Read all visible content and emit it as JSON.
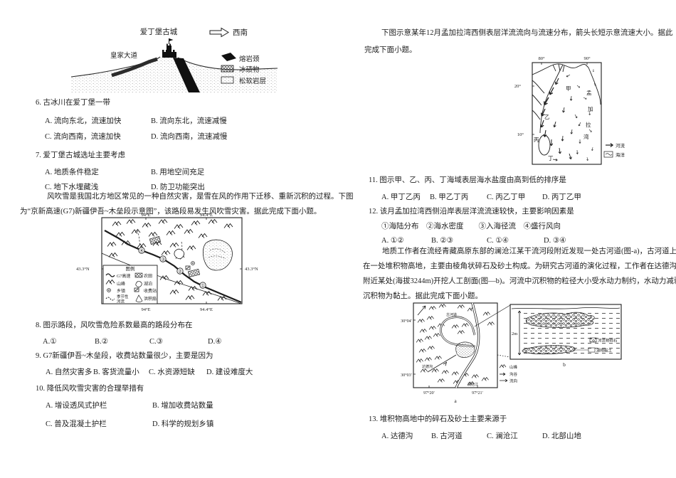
{
  "fig1": {
    "title": "爱丁堡古城",
    "direction": "西南",
    "road": "皇家大道",
    "leg1": "熔岩颈",
    "leg2": "冰碛物",
    "leg3": "松软岩层"
  },
  "q6": {
    "stem": "6. 古冰川在爱丁堡一带",
    "a": "A. 流向东北，流速加快",
    "b": "B. 流向东北，流速减慢",
    "c": "C. 流向西南，流速加快",
    "d": "D. 流向西南，流速减慢"
  },
  "q7": {
    "stem": "7. 爱丁堡古城选址主要考虑",
    "a": "A. 地质条件稳定",
    "b": "B. 用地空间充足",
    "c": "C. 地下水埋藏浅",
    "d": "D. 防卫功能突出"
  },
  "para1": {
    "l1": "风吹雪是我国北方地区常见的一种自然灾害，是雪在风的作用下迁移、重新沉积的过程。下图",
    "l2": "为“京新高速(G7)新疆伊吾~木垒段示意图”，该路段易发生风吹雪灾害。据此完成下面小题。"
  },
  "figg7": {
    "latL": "43.3°N",
    "latR": "43.3°N",
    "lonTL": "94°E",
    "lonTR": "94.4°E",
    "lonBL": "94°E",
    "lonBR": "94.4°E",
    "legendTitle": "图例",
    "legG7": "G7高速",
    "legFarm": "农田",
    "legMtn": "山峰",
    "legLake": "湖泊",
    "legTown": "乡镇",
    "legToll": "收费站",
    "legRiver1": "季节性",
    "legRiver2": "河流",
    "legFan": "洪积扇",
    "seg1": "④",
    "seg2": "③",
    "seg3": "②",
    "seg4": "①"
  },
  "q8": {
    "stem": "8. 图示路段，风吹雪危险系数最高的路段分布在",
    "a": "A.①",
    "b": "B.②",
    "c": "C.③",
    "d": "D.④"
  },
  "q9": {
    "stem": "9. G7新疆伊吾~木垒段，收费站数量很少，主要是因为",
    "a": "A. 自然灾害多",
    "b": "B. 客货流量小",
    "c": "C. 水资源短缺",
    "d": "D. 建设难度大"
  },
  "q10": {
    "stem": "10. 降低风吹雪灾害的合理举措有",
    "a": "A. 增设透风式护栏",
    "b": "B. 增加收费站数量",
    "c": "C. 普及混凝土护栏",
    "d": "D. 科学的规划乡镇"
  },
  "para2": {
    "l1": "下图示意某年12月孟加拉湾西侧表层洋流流向与流速分布，箭头长短示意流速大小。据此",
    "l2": "完成下面小题。"
  },
  "figbb": {
    "lon1": "80°",
    "lon2": "90°",
    "lat1": "20°",
    "lat2": "10°",
    "bay1": "孟",
    "bay2": "加",
    "bay3": "拉",
    "bay4": "湾",
    "p1": "甲",
    "p2": "乙",
    "p3": "丙",
    "p4": "丁",
    "legRiver": "河流",
    "legSea": "海洋"
  },
  "q11": {
    "stem": "11. 图示甲、乙、丙、丁海域表层海水盐度由高到低的排序是",
    "a": "A. 甲丁乙丙",
    "b": "B. 甲乙丁丙",
    "c": "C. 丙乙丁甲",
    "d": "D. 丙丁乙甲"
  },
  "q12": {
    "stem": "12. 该月孟加拉湾西侧沿岸表层洋流流速较快，主要影响因素是",
    "subs": "①海陆分布　②海水密度　　③入海径流　④盛行风向",
    "a": "A. ①②",
    "b": "B. ②③",
    "c": "C. ①④",
    "d": "D. ③④"
  },
  "para3": {
    "l1": "地质工作者在流经青藏高原东部的澜沧江某干流河段附近发现一处古河道(图-a)，古河道上存",
    "l2": "在一处堆积物高地，主要由棱角状碎石及砂土构成。为研究古河道的演化过程，工作者在达德沟口",
    "l3": "附近某处(海拔3244m)开挖人工剖面(图—b)。河流中沉积物的粒径大小受水动力制约，水动力减弱",
    "l4": "沉积物为黏土。据此完成下面小题。"
  },
  "figab": {
    "latT": "30°04′",
    "latB": "30°03′",
    "lonL": "97°20′",
    "lonR": "97°21′",
    "labA": "a",
    "labB": "b",
    "scale": "2m",
    "legMtn": "山峰",
    "legGully": "沟谷",
    "legFlow": "流向",
    "legGravel": "河流相砾石",
    "legClay": "湖相黏土",
    "lblOld": "古河道",
    "lblGou": "达德沟",
    "lblRiver": "澜沧江"
  },
  "q13": {
    "stem": "13. 堆积物高地中的碎石及砂土主要来源于",
    "a": "A. 达德沟",
    "b": "B. 古河道",
    "c": "C. 澜沧江",
    "d": "D. 北部山地"
  }
}
